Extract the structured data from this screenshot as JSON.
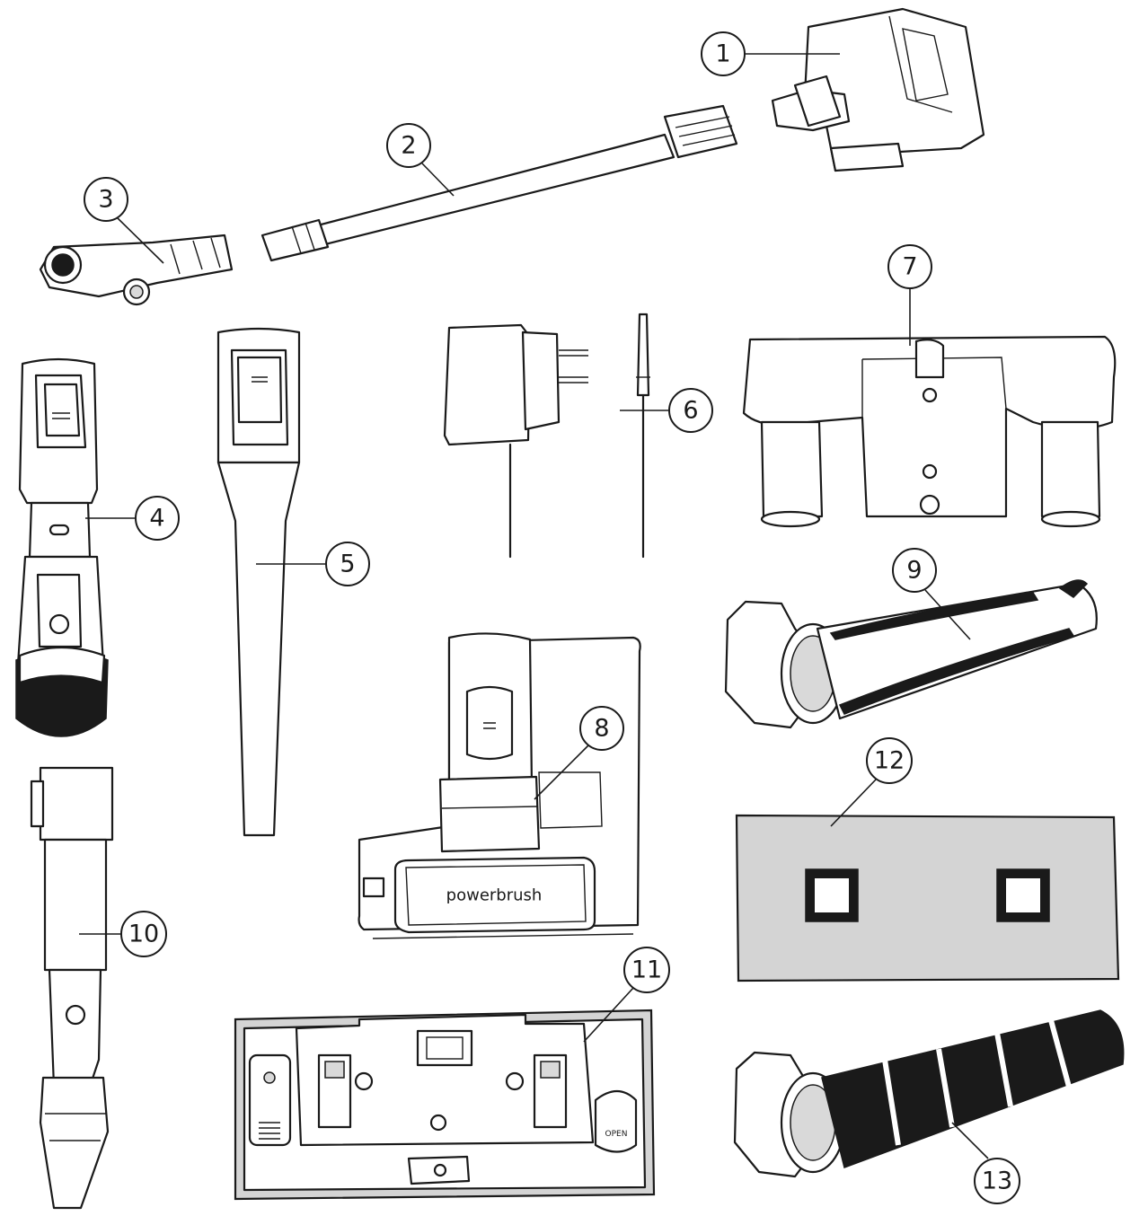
{
  "callouts": [
    "1",
    "2",
    "3",
    "4",
    "5",
    "6",
    "7",
    "8",
    "9",
    "10",
    "11",
    "12",
    "13"
  ],
  "labels": {
    "powerbrush": "powerbrush",
    "open": "OPEN"
  }
}
